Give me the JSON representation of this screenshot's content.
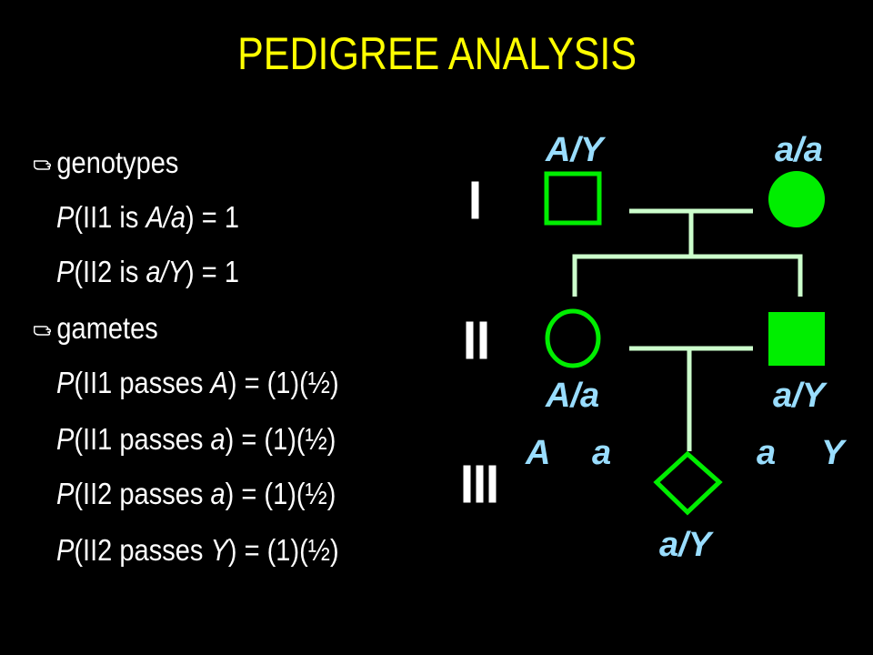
{
  "slide": {
    "title": "PEDIGREE ANALYSIS"
  },
  "bullets": {
    "genotypes": {
      "label": "genotypes",
      "lines": [
        {
          "p": "P",
          "pre": "(II1 is ",
          "var": "A/a",
          "post": ") = 1"
        },
        {
          "p": "P",
          "pre": "(II2 is ",
          "var": "a/Y",
          "post": ") = 1"
        }
      ]
    },
    "gametes": {
      "label": "gametes",
      "lines": [
        {
          "p": "P",
          "pre": "(II1 passes ",
          "var": "A",
          "post": ") = (1)(½)"
        },
        {
          "p": "P",
          "pre": "(II1 passes ",
          "var": "a",
          "post": ") = (1)(½)"
        },
        {
          "p": "P",
          "pre": "(II2 passes ",
          "var": "a",
          "post": ") = (1)(½)"
        },
        {
          "p": "P",
          "pre": "(II2 passes ",
          "var": "Y",
          "post": ") = (1)(½)"
        }
      ]
    }
  },
  "pedigree": {
    "generations": [
      "I",
      "II",
      "III"
    ],
    "individuals": {
      "I1": {
        "sex": "male",
        "affected": false,
        "genotype": "A/Y"
      },
      "I2": {
        "sex": "female",
        "affected": true,
        "genotype": "a/a"
      },
      "II1": {
        "sex": "female",
        "affected": false,
        "genotype": "A/a"
      },
      "II2": {
        "sex": "male",
        "affected": true,
        "genotype": "a/Y"
      },
      "III1": {
        "sex": "unknown",
        "affected": false,
        "genotype": "a/Y"
      }
    },
    "gametes": {
      "II1": [
        "A",
        "a"
      ],
      "II2": [
        "a",
        "Y"
      ]
    }
  },
  "colors": {
    "background": "#000000",
    "title": "#ffff00",
    "text": "#ffffff",
    "symbol": "#00ee00",
    "connector": "#ccffcc",
    "label": "#99ddff"
  }
}
